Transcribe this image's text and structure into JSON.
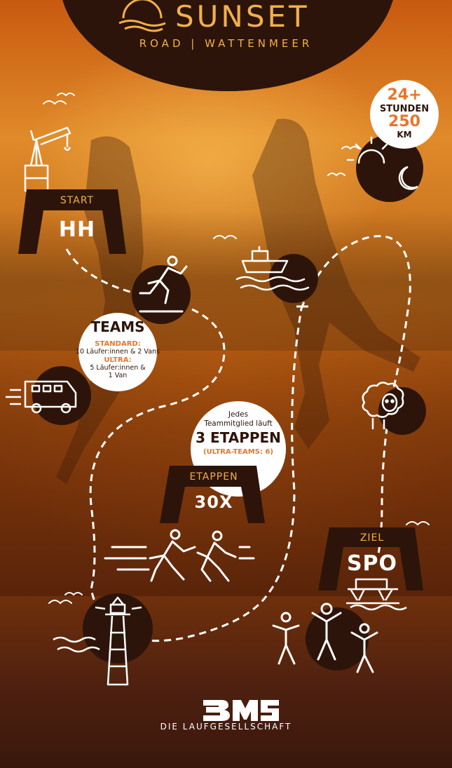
{
  "brand": {
    "name": "SUNSET",
    "subtitle": "ROAD | WATTENMEER"
  },
  "stats": {
    "hours": "24+",
    "hours_label": "STUNDEN",
    "distance": "250",
    "distance_unit": "KM"
  },
  "start_gate": {
    "label": "START",
    "code": "HH"
  },
  "teams": {
    "title": "TEAMS",
    "standard_label": "STANDARD:",
    "standard_text_1": "10 Läufer:innen & 2 Vans",
    "ultra_label": "ULTRA:",
    "ultra_text_1": "5 Läufer:innen &",
    "ultra_text_2": "1 Van"
  },
  "legs": {
    "line_1": "Jedes",
    "line_2": "Teammitglied läuft",
    "highlight": "3 ETAPPEN",
    "note": "(ULTRA-TEAMS: 6)"
  },
  "etappen_gate": {
    "label": "ETAPPEN",
    "code": "30X"
  },
  "finish_gate": {
    "label": "ZIEL",
    "code": "SPO"
  },
  "footer": {
    "logo": "BMS",
    "tagline": "DIE LAUFGESELLSCHAFT"
  },
  "colors": {
    "dark": "#2d140a",
    "gold": "#f1b04a",
    "orange": "#e8762b",
    "white": "#ffffff"
  },
  "icons": [
    "sun-logo-icon",
    "crane-icon",
    "runner-icon",
    "van-icon",
    "ship-icon",
    "sun-icon",
    "moon-icon",
    "sheep-icon",
    "lighthouse-icon",
    "pier-icon",
    "relay-runners-icon",
    "cheering-people-icon",
    "bird-icon"
  ]
}
